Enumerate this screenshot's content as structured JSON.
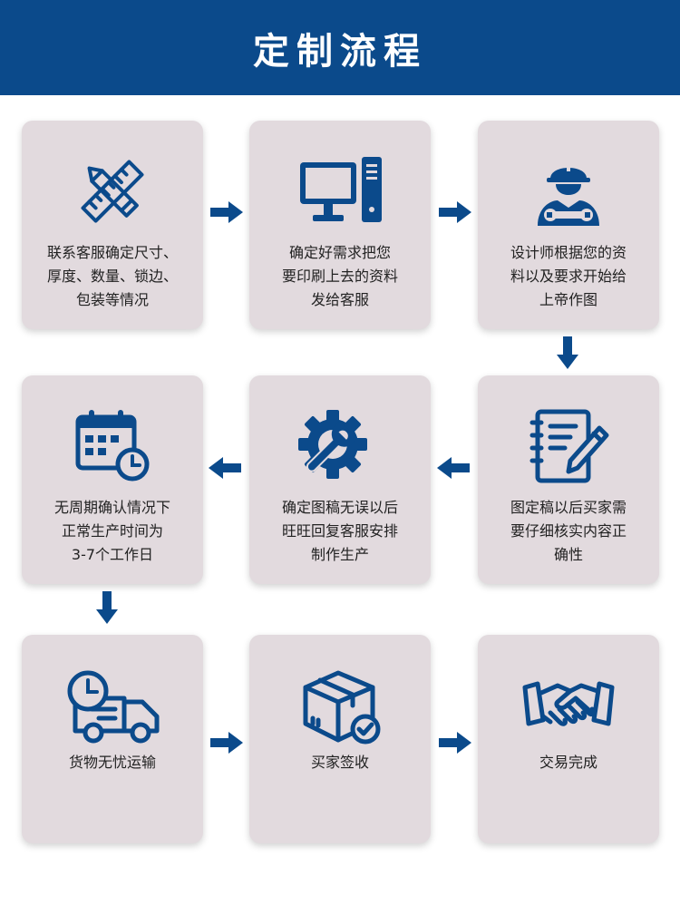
{
  "header": {
    "title": "定制流程"
  },
  "colors": {
    "header_bg": "#0b4a8b",
    "icon": "#0b4a8b",
    "card_bg": "#e2dade",
    "arrow": "#0b4a8b"
  },
  "steps": [
    {
      "icon": "ruler-pencil-icon",
      "lines": [
        "联系客服确定尺寸、",
        "厚度、数量、锁边、",
        "包装等情况"
      ]
    },
    {
      "icon": "computer-icon",
      "lines": [
        "确定好需求把您",
        "要印刷上去的资料",
        "发给客服"
      ]
    },
    {
      "icon": "designer-icon",
      "lines": [
        "设计师根据您的资",
        "料以及要求开始给",
        "上帝作图"
      ]
    },
    {
      "icon": "notepad-pencil-icon",
      "lines": [
        "图定稿以后买家需",
        "要仔细核实内容正",
        "确性"
      ]
    },
    {
      "icon": "gear-wrench-icon",
      "lines": [
        "确定图稿无误以后",
        "旺旺回复客服安排",
        "制作生产"
      ]
    },
    {
      "icon": "calendar-clock-icon",
      "lines": [
        "无周期确认情况下",
        "正常生产时间为",
        "3-7个工作日"
      ]
    },
    {
      "icon": "delivery-truck-icon",
      "lines": [
        "货物无忧运输"
      ]
    },
    {
      "icon": "package-check-icon",
      "lines": [
        "买家签收"
      ]
    },
    {
      "icon": "handshake-icon",
      "lines": [
        "交易完成"
      ]
    }
  ]
}
